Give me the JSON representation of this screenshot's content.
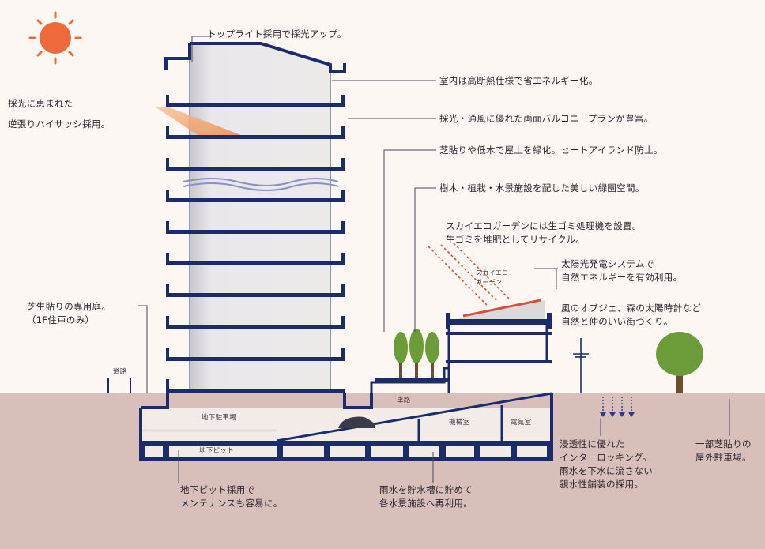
{
  "labels": {
    "top_light": "トップライト採用で採光アップ。",
    "high_sash": [
      "採光に恵まれた",
      "逆張りハイサッシ採用。"
    ],
    "insulation": "室内は高断熱仕様で省エネルギー化。",
    "balcony": "採光・通風に優れた両面バルコニープランが豊富。",
    "rooftop_green": "芝貼りや低木で屋上を緑化。ヒートアイランド防止。",
    "green_space": "樹木・植栽・水景施設を配した美しい緑園空間。",
    "sky_eco": [
      "スカイエコガーデンには生ゴミ処理機を設置。",
      "生ゴミを堆肥としてリサイクル。"
    ],
    "solar": [
      "太陽光発電システムで",
      "自然エネルギーを有効利用。"
    ],
    "wind": [
      "風のオブジェ、森の太陽時計など",
      "自然と仲のいい街づくり。"
    ],
    "private_garden": [
      "芝生貼りの専用庭。",
      "（1F住戸のみ）"
    ],
    "pit": [
      "地下ピット採用で",
      "メンテナンスも容易に。"
    ],
    "rainwater": [
      "雨水を貯水槽に貯めて",
      "各水景施設へ再利用。"
    ],
    "interlocking": [
      "浸透性に優れた",
      "インターロッキング。",
      "雨水を下水に流さない",
      "親水性舗装の採用。"
    ],
    "lawn_parking": [
      "一部芝貼りの",
      "屋外駐車場。"
    ]
  },
  "inner": {
    "road": "道路",
    "garage": "地下駐車場",
    "pit_room": "地下ピット",
    "ramp": "車路",
    "machine": "機械室",
    "electric": "電気室",
    "sky_garden": [
      "スカイエコ",
      "ガーデン"
    ]
  },
  "colors": {
    "building_line": "#1c2b6b",
    "ground": "#d9bfb9",
    "sun": "#ee6a3a",
    "tree": "#6c9c3a",
    "accent_red": "#d8503a"
  }
}
